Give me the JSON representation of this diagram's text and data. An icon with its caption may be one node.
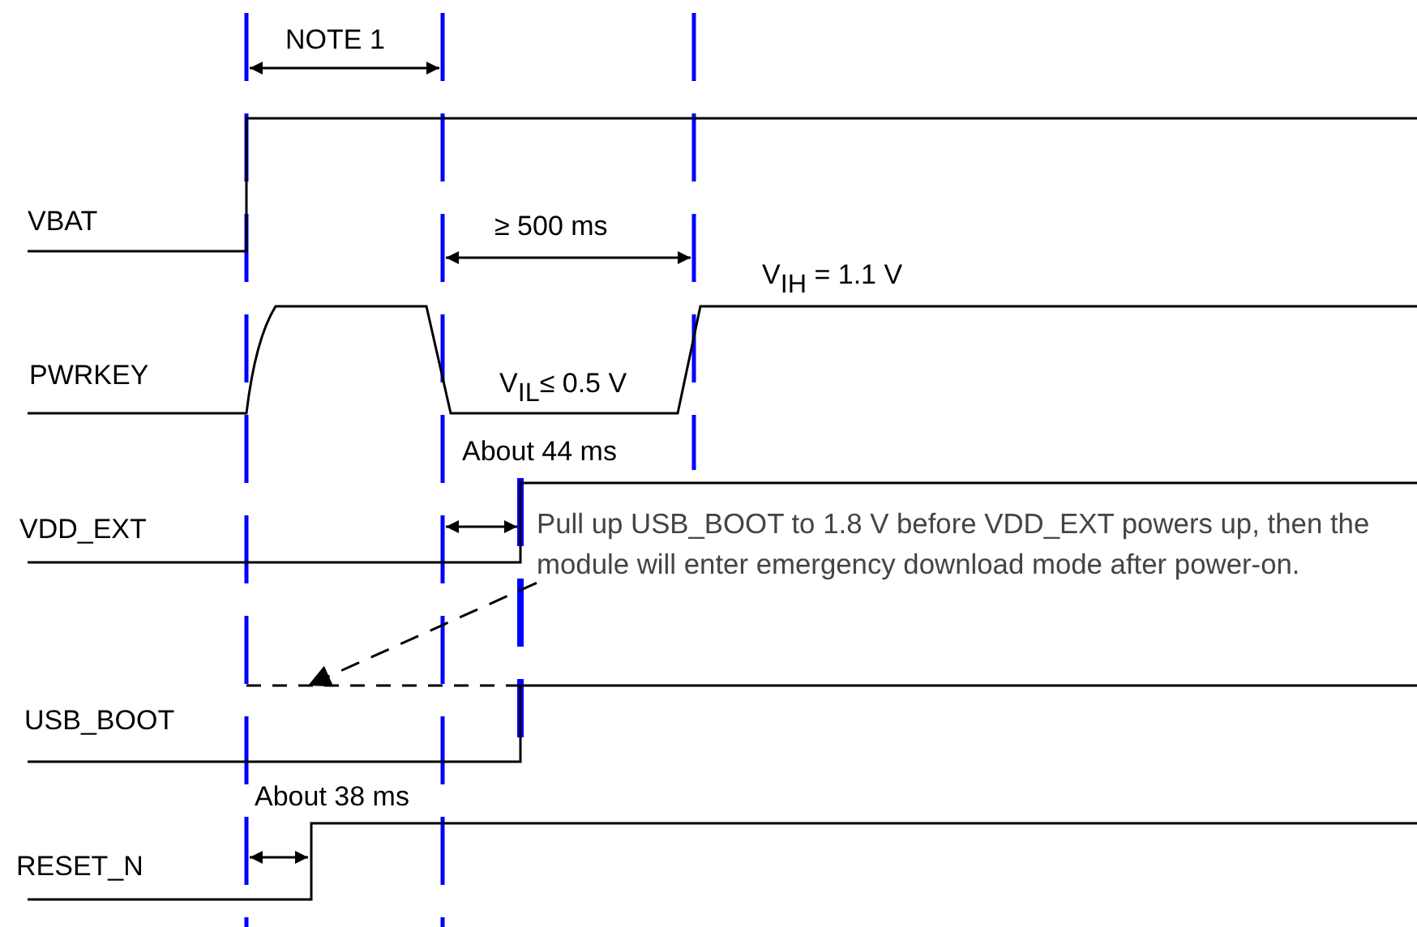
{
  "diagram": {
    "nodes": [
      {
        "text": [
          "Pull up USB_BOOT to 1.8 V before VDD_EXT powers up, then the module will enter emergency download mode after power-on."
        ]
      },
      {
        "text": [],
        "shape": "line"
      }
    ],
    "edges": [
      {
        "from": 0,
        "to": 1,
        "arrow": "to",
        "style": "dashed"
      }
    ],
    "labels": [
      "NOTE 1",
      "VBAT",
      "≥ 500 ms",
      "V$_{IH}$ = 1.1 V",
      "PWRKEY",
      "V$_{IL}$≤ 0.5 V",
      "About 44 ms",
      "VDD_EXT",
      "USB_BOOT",
      "About 38 ms",
      "RESET_N"
    ]
  }
}
